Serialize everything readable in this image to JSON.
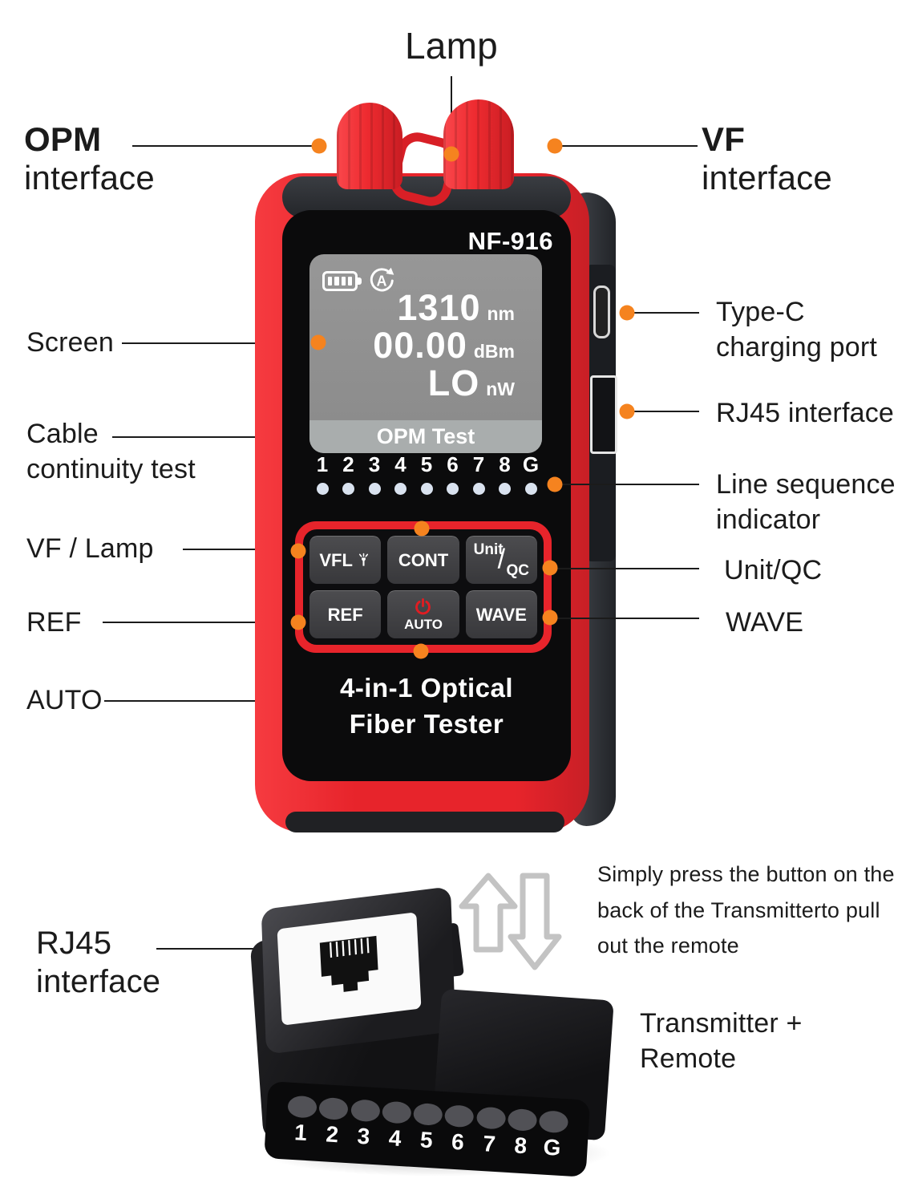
{
  "colors": {
    "accent_orange": "#F5831F",
    "device_red": "#E7242B",
    "led_dot": "#D9E2EF"
  },
  "callouts": {
    "lamp": "Lamp",
    "opm_title": "OPM",
    "opm_sub": "interface",
    "vf_title": "VF",
    "vf_sub": "interface",
    "screen": "Screen",
    "cable_line1": "Cable",
    "cable_line2": "continuity test",
    "vf_lamp": "VF / Lamp",
    "ref": "REF",
    "auto": "AUTO",
    "type_c_line1": "Type-C",
    "type_c_line2": "charging port",
    "rj45_side": "RJ45 interface",
    "line_seq_line1": "Line sequence",
    "line_seq_line2": "indicator",
    "unit_qc": "Unit/QC",
    "wave": "WAVE",
    "rj45_bottom_line1": "RJ45",
    "rj45_bottom_line2": "interface"
  },
  "device": {
    "model": "NF-916",
    "screen": {
      "wavelength": "1310",
      "wavelength_unit": "nm",
      "power": "00.00",
      "power_unit": "dBm",
      "level": "LO",
      "level_unit": "nW",
      "mode": "OPM Test"
    },
    "channels": [
      "1",
      "2",
      "3",
      "4",
      "5",
      "6",
      "7",
      "8",
      "G"
    ],
    "buttons": {
      "vfl": "VFL",
      "cont": "CONT",
      "unit": "Unit",
      "slash": "/",
      "qc": "QC",
      "ref": "REF",
      "auto": "AUTO",
      "wave": "WAVE"
    },
    "tagline_line1": "4-in-1 Optical",
    "tagline_line2": "Fiber Tester"
  },
  "transmitter": {
    "channels": [
      "1",
      "2",
      "3",
      "4",
      "5",
      "6",
      "7",
      "8",
      "G"
    ],
    "note_line1": "Simply press the button on the",
    "note_line2": "back of the Transmitterto pull",
    "note_line3": "out the remote",
    "caption": "Transmitter + Remote"
  }
}
